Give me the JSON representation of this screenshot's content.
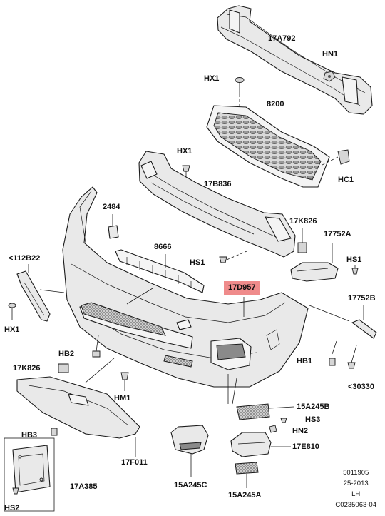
{
  "callouts": {
    "c_17A792": "17A792",
    "c_HN1": "HN1",
    "c_HX1_top": "HX1",
    "c_8200": "8200",
    "c_HX1_mid": "HX1",
    "c_HC1": "HC1",
    "c_17B836": "17B836",
    "c_2484": "2484",
    "c_17K826_right": "17K826",
    "c_17752A": "17752A",
    "c_8666": "8666",
    "c_HS1_mid": "HS1",
    "c_HS1_right": "HS1",
    "c_112B22": "<112B22",
    "c_17D957": "17D957",
    "c_17752B": "17752B",
    "c_HX1_left": "HX1",
    "c_HB2": "HB2",
    "c_HB1": "HB1",
    "c_17K826_left": "17K826",
    "c_30330": "<30330",
    "c_HM1": "HM1",
    "c_HS2": "HS2",
    "c_15A245B": "15A245B",
    "c_HS3": "HS3",
    "c_HN2": "HN2",
    "c_HB3": "HB3",
    "c_17E810": "17E810",
    "c_17F011": "17F011",
    "c_17A385": "17A385",
    "c_15A245C": "15A245C",
    "c_15A245A": "15A245A"
  },
  "meta": {
    "doc_number": "5011905",
    "date": "25-2013",
    "side": "LH",
    "figure_code": "C0235063-04"
  },
  "colors": {
    "highlight": "#ef8b8b",
    "line": "#1a1a1a",
    "part_fill": "#e9e9e9"
  }
}
